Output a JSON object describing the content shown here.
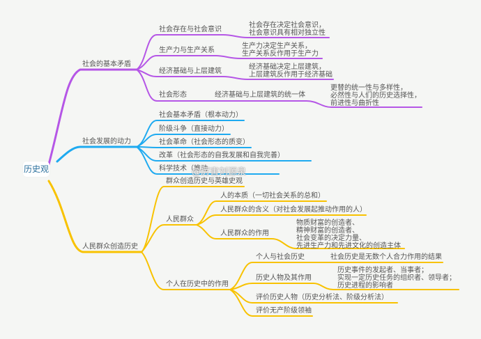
{
  "root": {
    "label": "历史观"
  },
  "colors": {
    "purple": "#b556e6",
    "blue": "#1eaaf0",
    "yellow": "#f8c200",
    "root_text": "#2a6f9c"
  },
  "branch1": {
    "label": "社会的基本矛盾",
    "children": [
      {
        "label": "社会存在与社会意识",
        "detail": [
          "社会存在决定社会意识，",
          "社会意识具有相对独立性"
        ]
      },
      {
        "label": "生产力与生产关系",
        "detail": [
          "生产力决定生产关系，",
          "生产关系反作用于生产力"
        ]
      },
      {
        "label": "经济基础与上层建筑",
        "detail": [
          "经济基础决定上层建筑，",
          "上层建筑反作用于经济基础"
        ]
      },
      {
        "label": "社会形态",
        "detail_label": "经济基础与上层建筑的统一体",
        "detail": [
          "更替的统一性与多样性，",
          "必然性与人们的历史选择性，",
          "前进性与曲折性"
        ]
      }
    ]
  },
  "branch2": {
    "label": "社会发展的动力",
    "children": [
      {
        "label": "社会基本矛盾（根本动力）"
      },
      {
        "label": "阶级斗争（直接动力）"
      },
      {
        "label": "社会革命（社会形态的质变）"
      },
      {
        "label": "改革（社会形态的自我发展和自我完善）"
      },
      {
        "label": "科学技术（推动"
      }
    ]
  },
  "branch3": {
    "label": "人民群众创造历史",
    "children": [
      {
        "label": "群众创造历史与英雄史观"
      },
      {
        "label": "人民群众",
        "children": [
          {
            "label": "人的本质（一切社会关系的总和）"
          },
          {
            "label": "人民群众的含义（对社会发展起推动作用的人）"
          },
          {
            "label": "人民群众的作用",
            "detail": [
              "物质财富的创造者、",
              "精神财富的创造者、",
              "社会变革的决定力量、",
              "先进生产力和先进文化的创造主体"
            ]
          }
        ]
      },
      {
        "label": "个人在历史中的作用",
        "children": [
          {
            "label": "个人与社会历史",
            "detail": [
              "社会历史是无数个人合力作用的结果"
            ]
          },
          {
            "label": "历史人物及其作用",
            "detail": [
              "历史事件的发起者、当事者；",
              "实现一定历史任务的组织者、领导者；",
              "历史进程的影响者"
            ]
          },
          {
            "label": "评价历史人物（历史分析法、阶级分析法）"
          },
          {
            "label": "评价无产阶级领袖"
          }
        ]
      }
    ]
  },
  "watermark": "@厉害刘源泉"
}
